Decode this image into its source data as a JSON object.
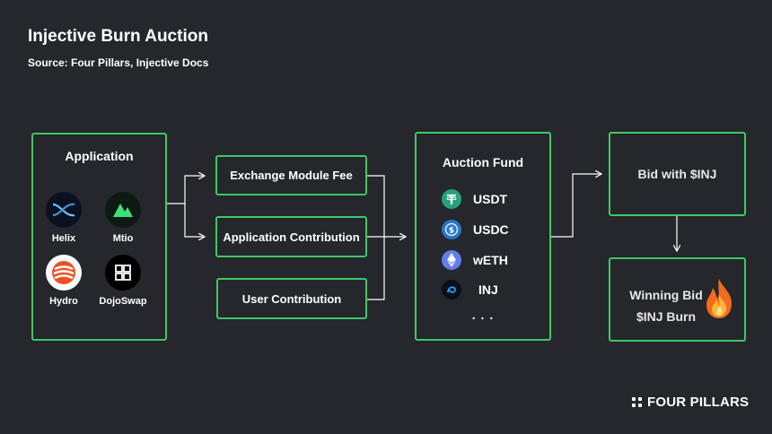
{
  "header": {
    "title": "Injective Burn Auction",
    "subtitle": "Source: Four Pillars, Injective Docs"
  },
  "application": {
    "label": "Application",
    "apps": [
      {
        "name": "Helix",
        "icon": "helix-icon"
      },
      {
        "name": "Mtio",
        "icon": "mtio-icon"
      },
      {
        "name": "Hydro",
        "icon": "hydro-icon"
      },
      {
        "name": "DojoSwap",
        "icon": "dojoswap-icon"
      }
    ]
  },
  "sources": {
    "exchange_fee": "Exchange Module Fee",
    "app_contribution": "Application Contribution",
    "user_contribution": "User Contribution"
  },
  "auction_fund": {
    "label": "Auction Fund",
    "tokens": [
      {
        "name": "USDT",
        "icon": "tether-icon",
        "color": "#26a17b"
      },
      {
        "name": "USDC",
        "icon": "usdc-icon",
        "color": "#2775ca"
      },
      {
        "name": "wETH",
        "icon": "ethereum-icon",
        "color": "#627eea"
      },
      {
        "name": "INJ",
        "icon": "injective-icon",
        "color": "#0b0f1a"
      }
    ],
    "more": ". . ."
  },
  "bid": {
    "label": "Bid with $INJ"
  },
  "winner": {
    "line1": "Winning Bid",
    "line2": "$INJ Burn",
    "icon": "fire-icon"
  },
  "brand": {
    "name": "FOUR PILLARS"
  },
  "colors": {
    "accent": "#3ec766",
    "background": "#25272c"
  }
}
